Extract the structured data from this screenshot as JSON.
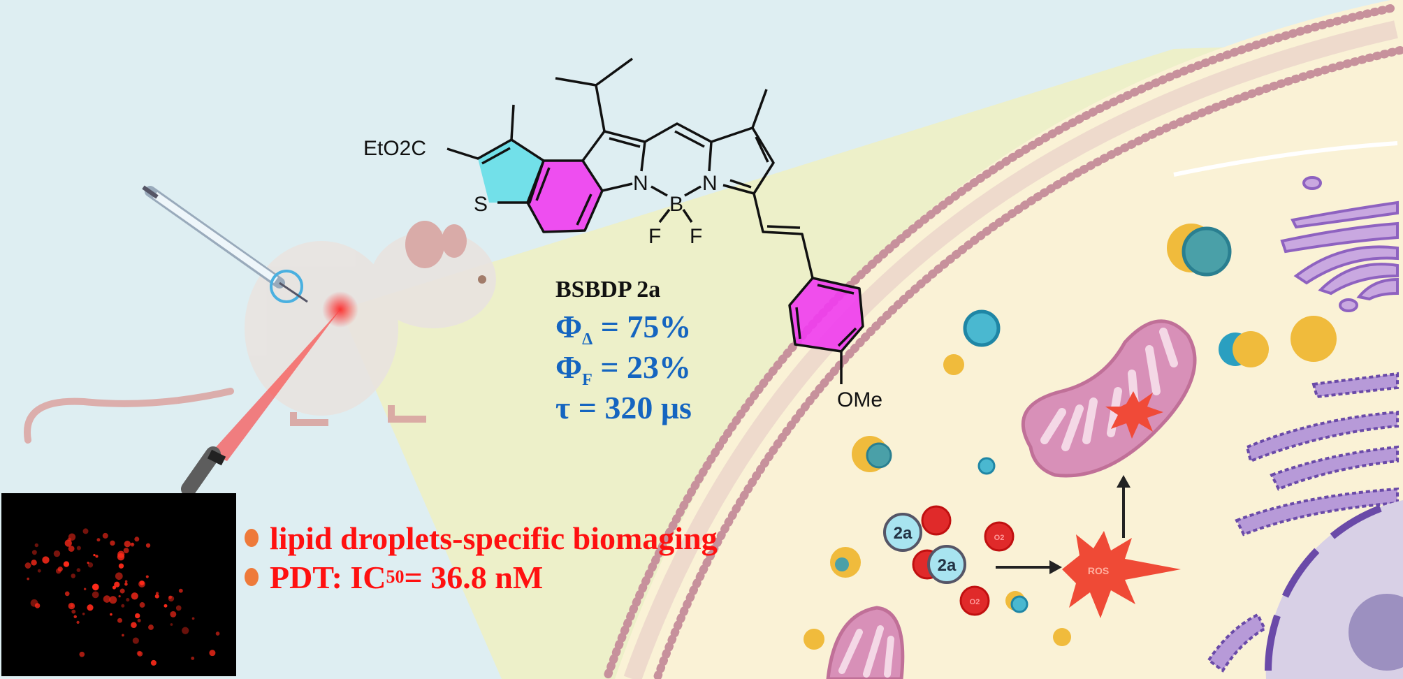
{
  "molecule": {
    "ester_label": "EtO2C",
    "sulfur_label": "S",
    "n1_label": "N",
    "n2_label": "N",
    "boron_label": "B",
    "f1_label": "F",
    "f2_label": "F",
    "methoxy_label": "OMe"
  },
  "properties": {
    "compound_name": "BSBDP 2a",
    "items": [
      {
        "symbol": "Φ",
        "sub": "Δ",
        "value": " = 75%"
      },
      {
        "symbol": "Φ",
        "sub": "F",
        "value": " = 23%"
      },
      {
        "symbol": "τ",
        "sub": "",
        "value": " = 320 μs"
      }
    ]
  },
  "highlights": [
    {
      "text": "lipid droplets-specific biomaging"
    },
    {
      "prefix": "PDT: IC",
      "sub": "50",
      "suffix": " = 36.8 nM"
    }
  ],
  "cell": {
    "probe_label": "2a",
    "oxygen_label": "O2",
    "ros_label": "ROS"
  },
  "colors": {
    "background": "#deeef2",
    "cone": "#eef0c4",
    "cytoplasm": "#faf2d6",
    "membrane": "#c7919c",
    "aromatic_highlight": "#f03cf0",
    "thiophene_highlight": "#5fdde8",
    "property_text": "#1565c0",
    "highlight_text": "#ff1010",
    "bullet": "#ee7a3a"
  }
}
